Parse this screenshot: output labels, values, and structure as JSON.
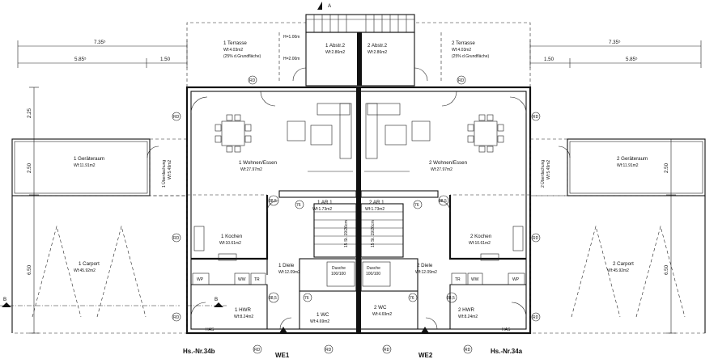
{
  "section_mark": "A",
  "section_cut": "B",
  "entrances": [
    "WE1",
    "WE2"
  ],
  "house_numbers": [
    "Hs.-Nr.34b",
    "Hs.-Nr.34a"
  ],
  "dimensions": {
    "top_total": "7.35⁵",
    "top_sub_a": "5.85⁵",
    "top_sub_b": "1.50",
    "left_v1": "2.25",
    "left_v2": "2.50",
    "left_v3": "6.50",
    "right_v2": "2.50",
    "right_v3": "6.50",
    "window_h1": "H=1.00m",
    "window_h2": "H=2.00m"
  },
  "stair": {
    "left": "15 St. 19/26cm",
    "right": "15 St. 19/26cm"
  },
  "rooms": {
    "t1_name": "1 Terrasse",
    "t1_area": "Wf:4.03m2",
    "t1_note": "(25% d.Grundfläche)",
    "t2_name": "2 Terrasse",
    "t2_area": "Wf:4.03m2",
    "t2_note": "(25% d.Grundfläche)",
    "a1_name": "1 Abstr.2",
    "a1_area": "Wf:2.86m2",
    "a2_name": "2 Abstr.2",
    "a2_area": "Wf:2.86m2",
    "g1_name": "1 Geräteraum",
    "g1_area": "Wf:11.91m2",
    "g2_name": "2 Geräteraum",
    "g2_area": "Wf:11.91m2",
    "u1_name": "1 Überdachung",
    "u1_area": "Wf:5.49m2",
    "u2_name": "2 Überdachung",
    "u2_area": "Wf:5.49m2",
    "w1_name": "1 Wohnen/Essen",
    "w1_area": "Wf:27.97m2",
    "w2_name": "2 Wohnen/Essen",
    "w2_area": "Wf:27.97m2",
    "ar1_name": "1 AR 1",
    "ar1_area": "Wf:1.73m2",
    "ar2_name": "2 AR 1",
    "ar2_area": "Wf:1.73m2",
    "k1_name": "1 Kochen",
    "k1_area": "Wf:10.61m2",
    "k2_name": "2 Kochen",
    "k2_area": "Wf:10.61m2",
    "c1_name": "1 Carport",
    "c1_area": "Wf:45.92m2",
    "c2_name": "2 Carport",
    "c2_area": "Wf:45.92m2",
    "d1_name": "1 Diele",
    "d1_area": "Wf:12.09m2",
    "d2_name": "2 Diele",
    "d2_area": "Wf:12.09m2",
    "h1_name": "1 HWR",
    "h1_area": "Wf:8.24m2",
    "h2_name": "2 HWR",
    "h2_area": "Wf:8.24m2",
    "wc1_name": "1 WC",
    "wc1_area": "Wf:4.69m2",
    "wc2_name": "2 WC",
    "wc2_area": "Wf:4.69m2"
  },
  "fixtures": {
    "dusche": "Dusche",
    "dusche_size": "100/100",
    "wp": "WP",
    "ww": "WW",
    "tr": "TR",
    "has": "HAS"
  },
  "symbols": {
    "rd": "RD",
    "b85": "88,5",
    "b76": "76"
  }
}
